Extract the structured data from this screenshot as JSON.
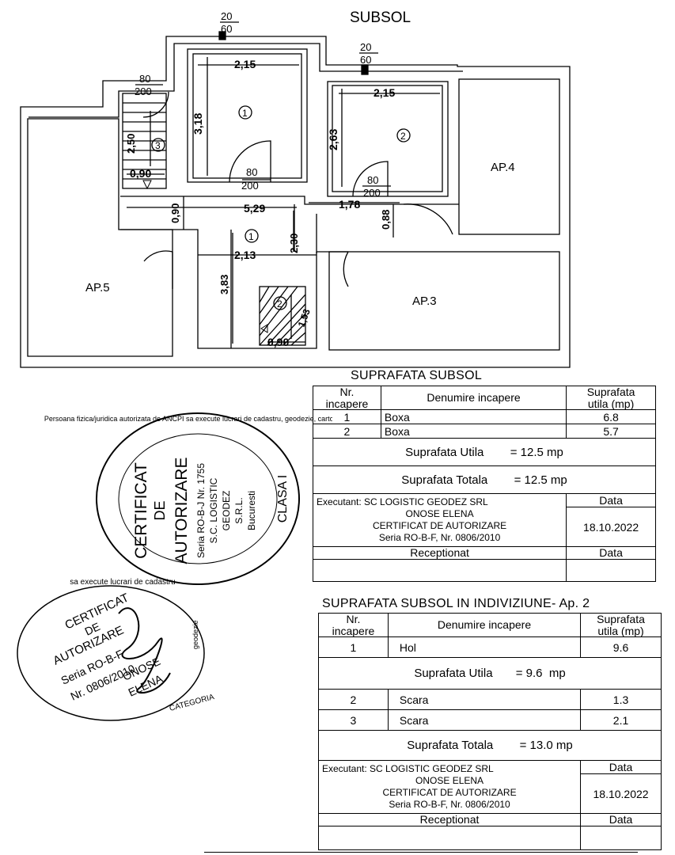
{
  "plan": {
    "title": "SUBSOL",
    "door_top_left": {
      "num": "20",
      "den": "60"
    },
    "door_top_right": {
      "num": "20",
      "den": "60"
    },
    "door_stair": {
      "num": "80",
      "den": "200"
    },
    "door_room1": {
      "num": "80",
      "den": "200"
    },
    "door_room2": {
      "num": "80",
      "den": "200"
    },
    "dims": {
      "r1_w": "2,15",
      "r1_h": "3,18",
      "r2_w": "2,15",
      "r2_h": "2,63",
      "stair_h": "2,50",
      "stair_w": "0,90",
      "hall_w": "5,29",
      "hall_h": "0,90",
      "hall_1": "1,78",
      "hall_2": "0,88",
      "lower_w": "2,13",
      "lower_h": "3,83",
      "lower_v": "2,30",
      "stair2_h": "1,53",
      "stair2_w": "0,90"
    },
    "labels": {
      "r1": "1",
      "r2": "2",
      "r3": "3",
      "hol": "1",
      "s2": "2",
      "ap4": "AP.4",
      "ap5": "AP.5",
      "ap3": "AP.3"
    }
  },
  "table1": {
    "title": "SUPRAFATA  SUBSOL",
    "h_nr": "Nr.",
    "h_nr2": "incapere",
    "h_den": "Denumire incapere",
    "h_sup": "Suprafata",
    "h_sup2": "utila (mp)",
    "rows": [
      {
        "nr": "1",
        "den": "Boxa",
        "sup": "6.8"
      },
      {
        "nr": "2",
        "den": "Boxa",
        "sup": "5.7"
      }
    ],
    "utila": "Suprafata Utila        = 12.5 mp",
    "totala": "Suprafata Totala        = 12.5 mp",
    "exec1": "Executant: SC LOGISTIC GEODEZ SRL",
    "exec2": "ONOSE ELENA",
    "exec3": "CERTIFICAT DE AUTORIZARE",
    "exec4": "Seria RO-B-F, Nr. 0806/2010",
    "data_h": "Data",
    "data_v": "18.10.2022",
    "recep": "Receptionat",
    "data_h2": "Data"
  },
  "table2": {
    "title": "SUPRAFATA  SUBSOL IN INDIVIZIUNE- Ap. 2",
    "h_nr": "Nr.",
    "h_nr2": "incapere",
    "h_den": "Denumire incapere",
    "h_sup": "Suprafata",
    "h_sup2": "utila (mp)",
    "row1": {
      "nr": "1",
      "den": "Hol",
      "sup": "9.6"
    },
    "utila": "Suprafata Utila       = 9.6  mp",
    "row2": {
      "nr": "2",
      "den": "Scara",
      "sup": "1.3"
    },
    "row3": {
      "nr": "3",
      "den": "Scara",
      "sup": "2.1"
    },
    "totala": "Suprafata Totala        = 13.0 mp",
    "exec1": "Executant: SC LOGISTIC GEODEZ SRL",
    "exec2": "ONOSE ELENA",
    "exec3": "CERTIFICAT DE AUTORIZARE",
    "exec4": "Seria RO-B-F, Nr. 0806/2010",
    "data_h": "Data",
    "data_v": "18.10.2022",
    "recep": "Receptionat",
    "data_h2": "Data"
  },
  "stamp1": {
    "ring": "Persoana fizica/juridica autorizata de ANCPI sa execute lucrari de cadastru, geodezie, cartografie",
    "l1": "CERTIFICAT",
    "l2": "DE",
    "l3": "AUTORIZARE",
    "l4": "Seria RO-B-J  Nr. 1755",
    "l5": "S.C. LOGISTIC",
    "l6": "GEODEZ",
    "l7": "S.R.L.",
    "l8": "Bucuresti",
    "cls": "CLASA I"
  },
  "stamp2": {
    "ring": "sa execute lucrari de cadastru",
    "l1": "CERTIFICAT",
    "l2": "DE",
    "l3": "AUTORIZARE",
    "l4": "Seria RO-B-F",
    "l5": "Nr. 0806/2010",
    "l6": "ONOSE",
    "l7": "ELENA",
    "l8": "geodezie",
    "l9": "CATEGORIA"
  }
}
